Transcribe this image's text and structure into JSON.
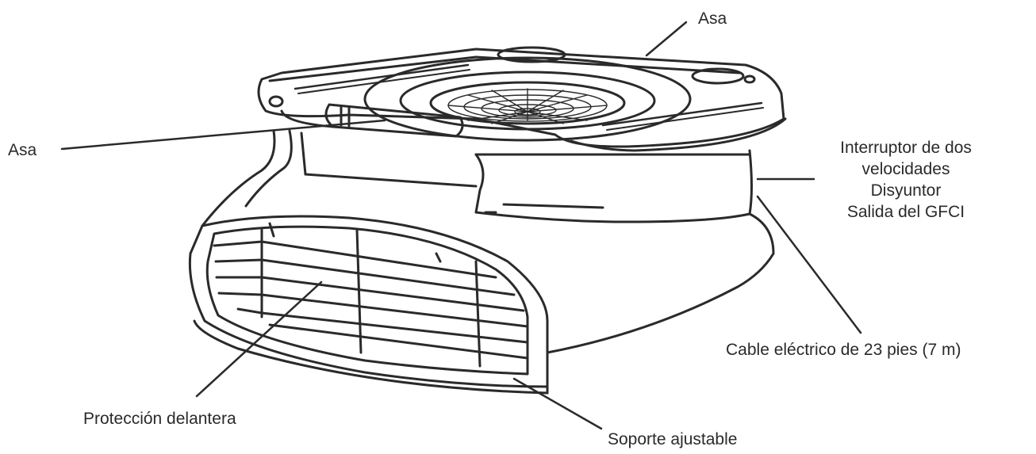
{
  "labels": {
    "handle_top": "Asa",
    "handle_left": "Asa",
    "switch_block": [
      "Interruptor de dos",
      "velocidades",
      "Disyuntor",
      "Salida del GFCI"
    ],
    "power_cord": "Cable eléctrico de 23 pies (7 m)",
    "front_guard": "Protección delantera",
    "adjustable_stand": "Soporte ajustable"
  },
  "colors": {
    "ink": "#2a2a2a",
    "background": "#ffffff"
  }
}
